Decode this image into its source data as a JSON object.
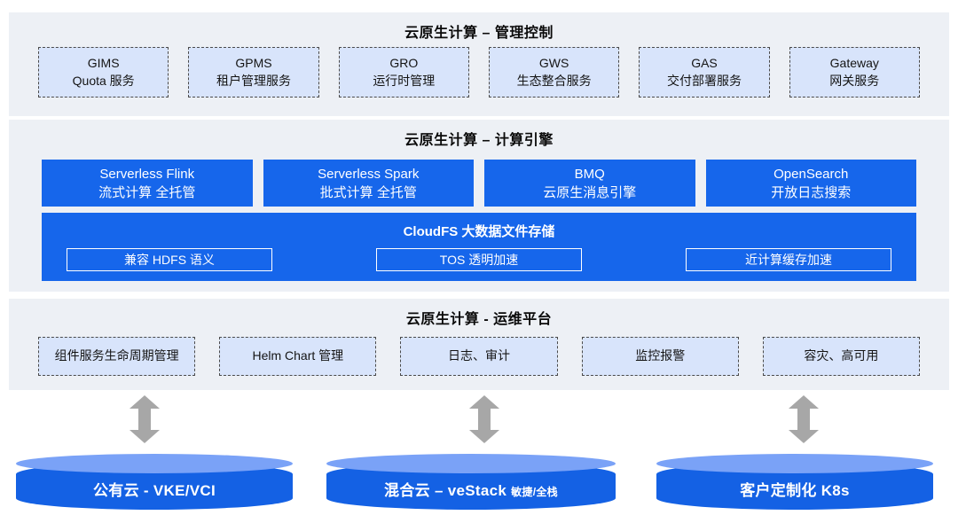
{
  "colors": {
    "panel_bg": "#EDF0F5",
    "light_box_bg": "#D8E4FB",
    "light_box_border": "#4A4A4A",
    "primary_blue": "#1666EB",
    "cylinder_top_blue": "#7AA2F7",
    "arrow_gray": "#A7A7A7",
    "text_dark": "#141414",
    "text_white": "#FFFFFF"
  },
  "sections": {
    "management": {
      "title": "云原生计算 – 管理控制",
      "boxes": [
        {
          "line1": "GIMS",
          "line2": "Quota 服务"
        },
        {
          "line1": "GPMS",
          "line2": "租户管理服务"
        },
        {
          "line1": "GRO",
          "line2": "运行时管理"
        },
        {
          "line1": "GWS",
          "line2": "生态整合服务"
        },
        {
          "line1": "GAS",
          "line2": "交付部署服务"
        },
        {
          "line1": "Gateway",
          "line2": "网关服务"
        }
      ]
    },
    "engine": {
      "title": "云原生计算 – 计算引擎",
      "boxes": [
        {
          "line1": "Serverless Flink",
          "line2": "流式计算 全托管"
        },
        {
          "line1": "Serverless Spark",
          "line2": "批式计算 全托管"
        },
        {
          "line1": "BMQ",
          "line2": "云原生消息引擎"
        },
        {
          "line1": "OpenSearch",
          "line2": "开放日志搜索"
        }
      ],
      "storage": {
        "title": "CloudFS 大数据文件存储",
        "features": [
          "兼容 HDFS 语义",
          "TOS 透明加速",
          "近计算缓存加速"
        ]
      }
    },
    "ops": {
      "title": "云原生计算 - 运维平台",
      "boxes": [
        "组件服务生命周期管理",
        "Helm Chart 管理",
        "日志、审计",
        "监控报警",
        "容灾、高可用"
      ]
    }
  },
  "deployments": [
    {
      "label": "公有云 - VKE/VCI",
      "suffix": ""
    },
    {
      "label": "混合云 – veStack",
      "suffix": "敏捷/全栈"
    },
    {
      "label": "客户定制化 K8s",
      "suffix": ""
    }
  ]
}
